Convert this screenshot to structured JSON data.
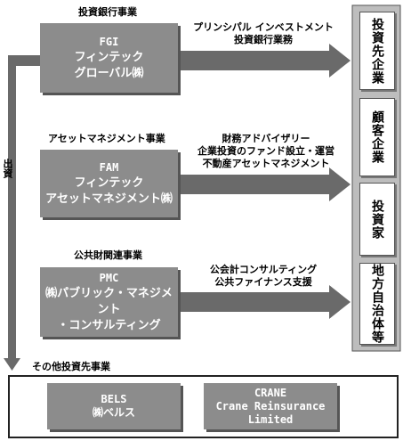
{
  "segments": [
    {
      "segment_label": "投資銀行事業",
      "code": "FGI",
      "name_lines": [
        "フィンテック",
        "グローバル㈱"
      ],
      "desc_lines": [
        "プリンシパル インベストメント",
        "投資銀行業務"
      ]
    },
    {
      "segment_label": "アセットマネジメント事業",
      "code": "FAM",
      "name_lines": [
        "フィンテック",
        "アセットマネジメント㈱"
      ],
      "desc_lines": [
        "財務アドバイザリー",
        "企業投資のファンド設立・運営",
        "不動産アセットマネジメント"
      ]
    },
    {
      "segment_label": "公共財関連事業",
      "code": "PMC",
      "name_lines": [
        "㈱パブリック・マネジメント",
        "・コンサルティング"
      ],
      "desc_lines": [
        "公会計コンサルティング",
        "公共ファイナンス支援"
      ]
    }
  ],
  "investment_label": "出資",
  "destinations": [
    "投資先企業",
    "顧客企業",
    "投資家",
    "地方自治体等"
  ],
  "other_section": {
    "label": "その他投資先事業",
    "companies": [
      {
        "code": "BELS",
        "name_lines": [
          "㈱ベルス"
        ]
      },
      {
        "code": "CRANE",
        "name_lines": [
          "Crane Reinsurance",
          "Limited"
        ]
      }
    ]
  },
  "colors": {
    "box": "#8c8c8c",
    "shadow": "#555555",
    "arrow": "#6a6a6a",
    "border": "#222222"
  }
}
